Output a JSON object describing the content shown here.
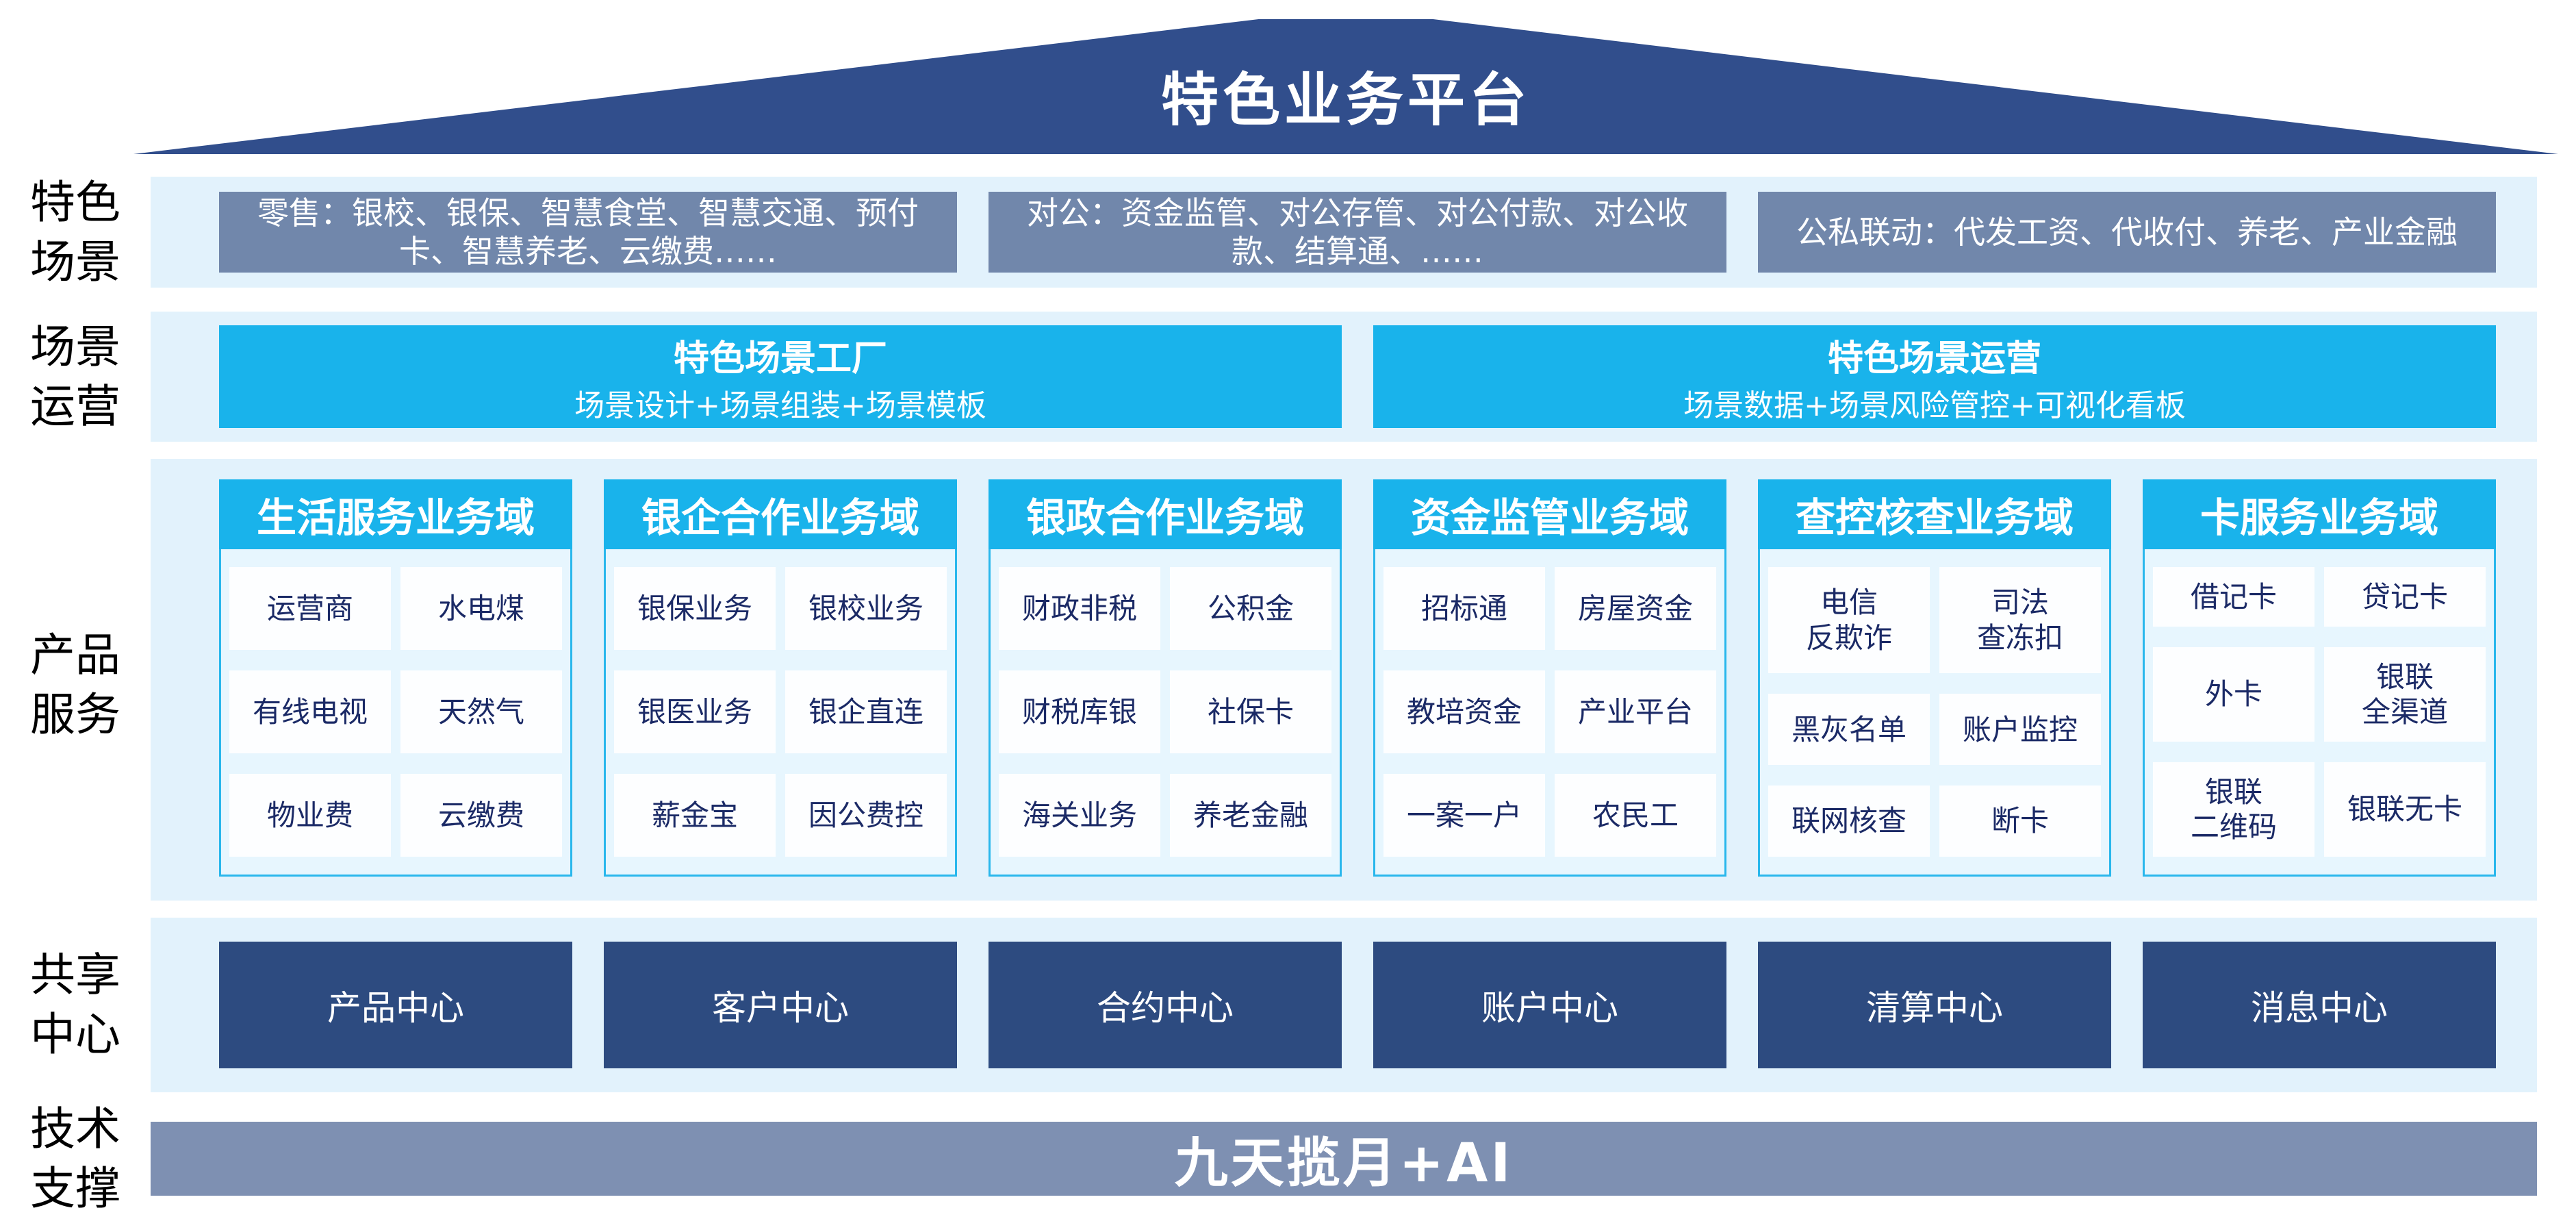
{
  "roof": {
    "title": "特色业务平台"
  },
  "sidebar": {
    "labels": [
      "特色\n场景",
      "场景\n运营",
      "产品\n服务",
      "共享\n中心",
      "技术\n支撑"
    ]
  },
  "scenes": {
    "boxes": [
      "零售：银校、银保、智慧食堂、智慧交通、预付卡、智慧养老、云缴费……",
      "对公：资金监管、对公存管、对公付款、对公收款、结算通、……",
      "公私联动：代发工资、代收付、养老、产业金融"
    ]
  },
  "operations": {
    "cards": [
      {
        "title": "特色场景工厂",
        "subtitle": "场景设计+场景组装+场景模板"
      },
      {
        "title": "特色场景运营",
        "subtitle": "场景数据+场景风险管控+可视化看板"
      }
    ]
  },
  "products": {
    "columns": [
      {
        "header": "生活服务业务域",
        "items": [
          "运营商",
          "水电煤",
          "有线电视",
          "天然气",
          "物业费",
          "云缴费"
        ]
      },
      {
        "header": "银企合作业务域",
        "items": [
          "银保业务",
          "银校业务",
          "银医业务",
          "银企直连",
          "薪金宝",
          "因公费控"
        ]
      },
      {
        "header": "银政合作业务域",
        "items": [
          "财政非税",
          "公积金",
          "财税库银",
          "社保卡",
          "海关业务",
          "养老金融"
        ]
      },
      {
        "header": "资金监管业务域",
        "items": [
          "招标通",
          "房屋资金",
          "教培资金",
          "产业平台",
          "一案一户",
          "农民工"
        ]
      },
      {
        "header": "查控核查业务域",
        "items": [
          "电信\n反欺诈",
          "司法\n查冻扣",
          "黑灰名单",
          "账户监控",
          "联网核查",
          "断卡"
        ]
      },
      {
        "header": "卡服务业务域",
        "items": [
          "借记卡",
          "贷记卡",
          "外卡",
          "银联\n全渠道",
          "银联\n二维码",
          "银联无卡"
        ]
      }
    ]
  },
  "share_centers": [
    "产品中心",
    "客户中心",
    "合约中心",
    "账户中心",
    "清算中心",
    "消息中心"
  ],
  "tech_support": {
    "label": "九天揽月+AI"
  },
  "colors": {
    "roof_navy": "#314e8c",
    "scene_box_slate": "#7187ab",
    "band_light_blue": "#e2f2fc",
    "accent_cyan": "#19b3eb",
    "panel_body": "#e7f6fe",
    "item_text_navy": "#1b2a66",
    "center_navy": "#2d4b80",
    "tech_slate": "#7e90b2"
  }
}
